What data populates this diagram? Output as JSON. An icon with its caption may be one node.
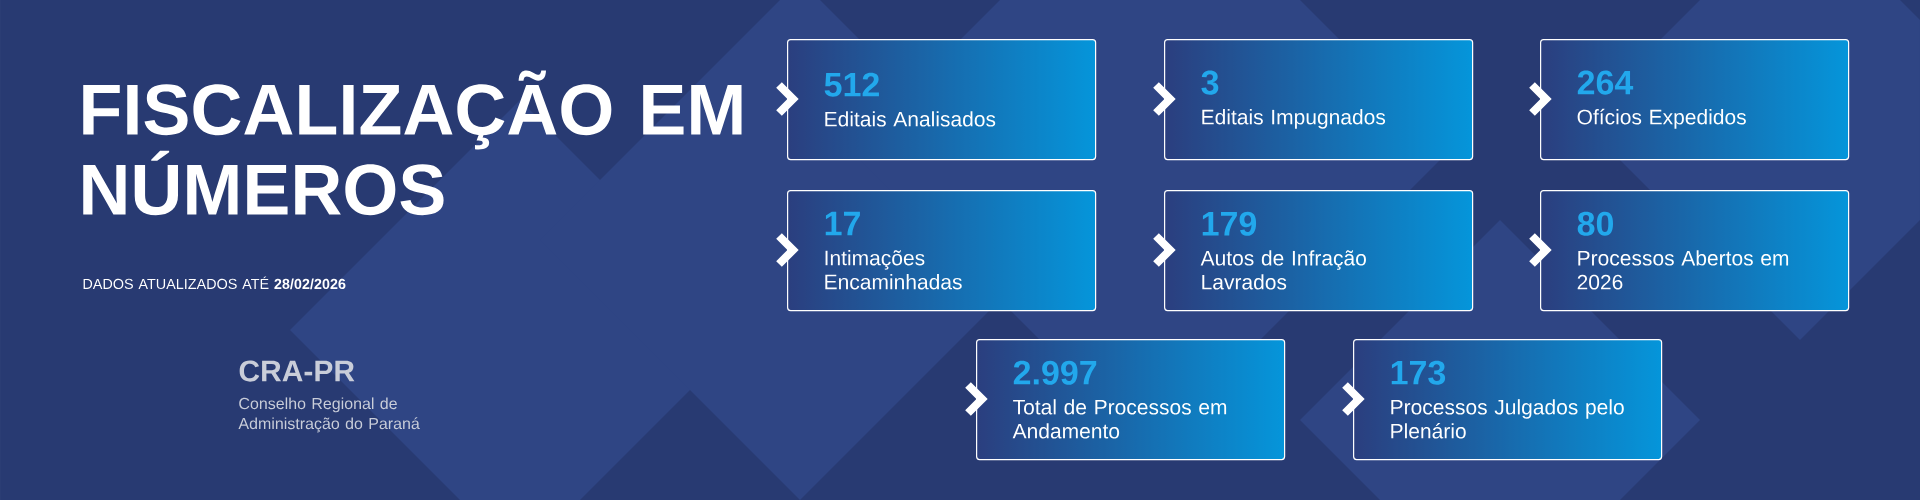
{
  "diagram": {
    "title": "FISCALIZAÇÃO EM NÚMEROS",
    "nodes": [
      {
        "text": [
          "512",
          "Editais Analisados"
        ]
      },
      {
        "text": [
          "3",
          "Editais Impugnados"
        ]
      },
      {
        "text": [
          "264",
          "Ofícios Expedidos"
        ]
      },
      {
        "text": [
          "17",
          "Intimações Encaminhadas"
        ]
      },
      {
        "text": [
          "179",
          "Autos de Infração Lavrados"
        ]
      },
      {
        "text": [
          "80",
          "Processos Abertos em 2026"
        ]
      },
      {
        "text": [
          "2.997",
          "Total de Processos em Andamento"
        ]
      },
      {
        "text": [
          "173",
          "Processos Julgados pelo Plenário"
        ]
      }
    ],
    "labels": [
      "DADOS ATUALIZADOS ATÉ **28/02/2026**",
      "CRA-PR",
      "Conselho Regional de Administração do Paraná"
    ]
  }
}
